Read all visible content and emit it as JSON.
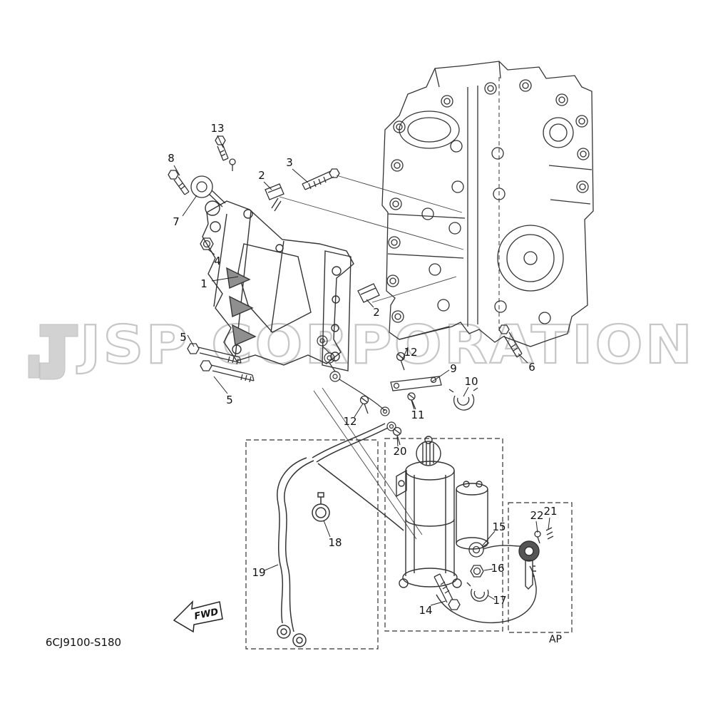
{
  "diagram": {
    "watermark": {
      "text": "JSP CORPORATION",
      "color": "#c7c7c7"
    },
    "drawing_code": "6CJ9100-S180",
    "fwd_label": "FWD",
    "ap_label": "AP",
    "line_color": "#333333",
    "callouts": [
      {
        "label": "13"
      },
      {
        "label": "8"
      },
      {
        "label": "3"
      },
      {
        "label": "2"
      },
      {
        "label": "7"
      },
      {
        "label": "4"
      },
      {
        "label": "1"
      },
      {
        "label": "2"
      },
      {
        "label": "5"
      },
      {
        "label": "12"
      },
      {
        "label": "9"
      },
      {
        "label": "10"
      },
      {
        "label": "6"
      },
      {
        "label": "5"
      },
      {
        "label": "11"
      },
      {
        "label": "12"
      },
      {
        "label": "20"
      },
      {
        "label": "18"
      },
      {
        "label": "15"
      },
      {
        "label": "22"
      },
      {
        "label": "21"
      },
      {
        "label": "16"
      },
      {
        "label": "19"
      },
      {
        "label": "14"
      },
      {
        "label": "17"
      }
    ]
  }
}
